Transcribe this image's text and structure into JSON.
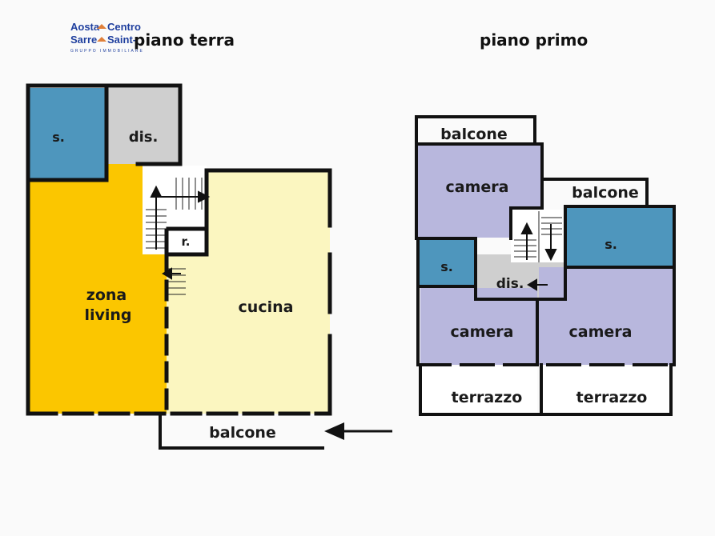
{
  "logo": {
    "line1a": "Aosta",
    "line1b": "Centro",
    "line2a": "Sarre",
    "line2b": "Saint-",
    "tagline": "GRUPPO IMMOBILIARE",
    "colors": {
      "blue": "#1f3f9e",
      "orange": "#e0803a"
    }
  },
  "titles": {
    "ground": "piano terra",
    "first": "piano primo"
  },
  "ground_floor": {
    "bath": "s.",
    "hall": "dis.",
    "storage": "r.",
    "living": [
      "zona",
      "living"
    ],
    "kitchen": "cucina",
    "balcony": "balcone"
  },
  "first_floor": {
    "balcony_top": "balcone",
    "bedroom_top": "camera",
    "balcony_right": "balcone",
    "bath_left": "s.",
    "hall": "dis.",
    "bath_right": "s.",
    "bedroom_left": "camera",
    "bedroom_right": "camera",
    "terrace_left": "terrazzo",
    "terrace_right": "terrazzo"
  },
  "colors": {
    "bath": "#4e96bd",
    "hall": "#cfcfcf",
    "living": "#fbc600",
    "kitchen": "#fbf6c0",
    "storage": "#6ab04a",
    "bedroom": "#b8b7dd",
    "wall": "#111111"
  }
}
